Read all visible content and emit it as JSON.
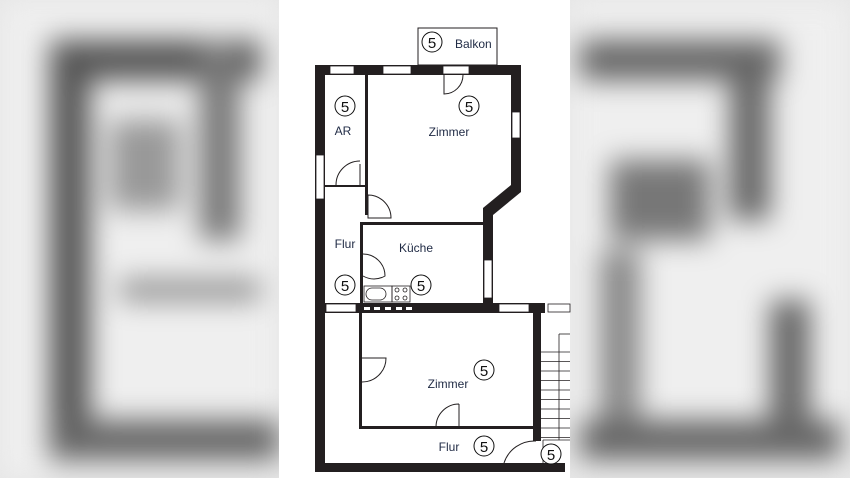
{
  "floor_plan": {
    "rooms": [
      {
        "name": "Balkon",
        "marker": "5"
      },
      {
        "name": "AR",
        "marker": "5"
      },
      {
        "name": "Zimmer",
        "marker": "5"
      },
      {
        "name": "Flur",
        "marker": "5"
      },
      {
        "name": "Küche",
        "marker": "5"
      },
      {
        "name": "Zimmer",
        "marker": "5"
      },
      {
        "name": "Flur",
        "marker": "5"
      }
    ],
    "stair_marker": "5"
  },
  "colors": {
    "wall": "#231f20",
    "background": "#ffffff",
    "label": "#1f2a44"
  }
}
